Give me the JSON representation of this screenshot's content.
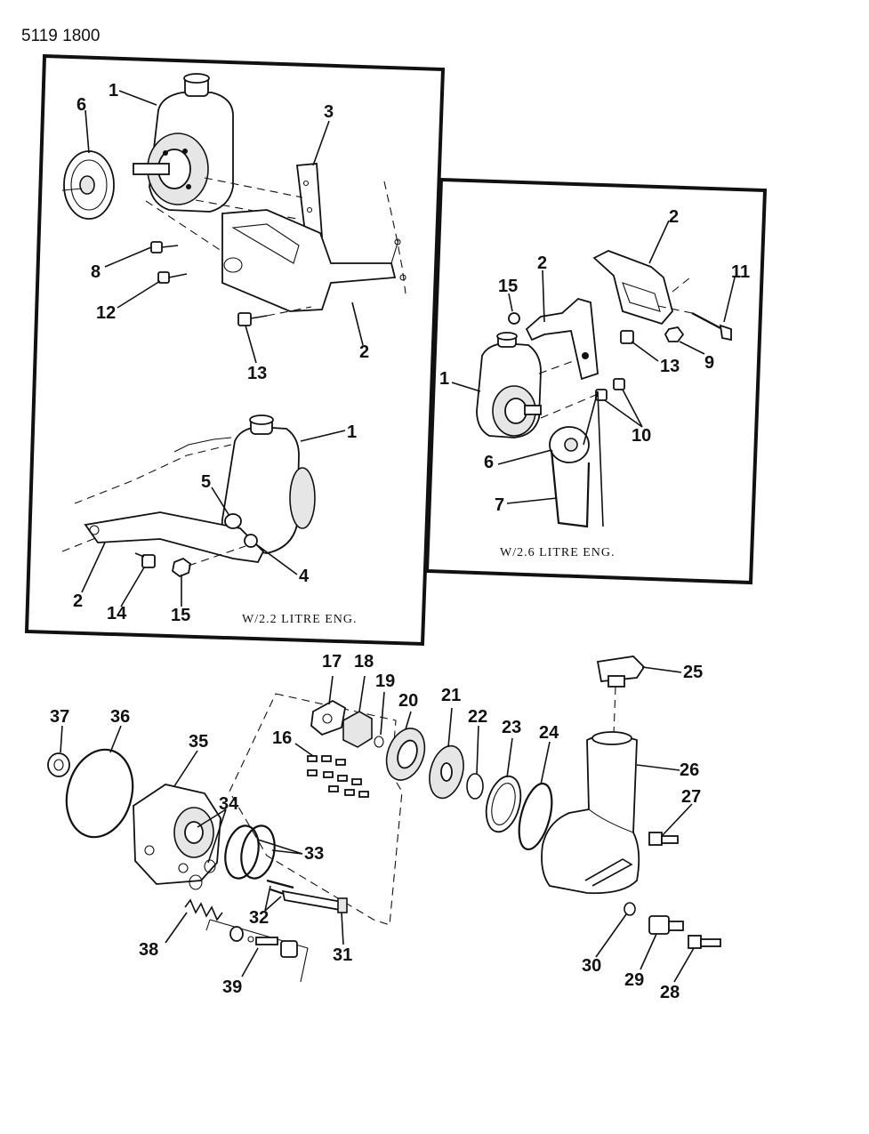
{
  "header": {
    "doc_number": "5119 1800"
  },
  "panels": {
    "engine_22": {
      "caption": "W/2.2 LITRE ENG.",
      "callouts": [
        "1",
        "6",
        "3",
        "8",
        "12",
        "13",
        "2",
        "1",
        "5",
        "4",
        "2",
        "14",
        "15"
      ]
    },
    "engine_26": {
      "caption": "W/2.6 LITRE ENG.",
      "callouts": [
        "2",
        "2",
        "15",
        "11",
        "1",
        "13",
        "9",
        "10",
        "6",
        "7"
      ]
    }
  },
  "exploded": {
    "callouts": [
      "17",
      "18",
      "19",
      "20",
      "21",
      "22",
      "23",
      "24",
      "25",
      "16",
      "37",
      "36",
      "35",
      "34",
      "33",
      "26",
      "27",
      "32",
      "31",
      "38",
      "39",
      "30",
      "29",
      "28"
    ]
  },
  "colors": {
    "ink": "#111111",
    "paper": "#ffffff"
  }
}
